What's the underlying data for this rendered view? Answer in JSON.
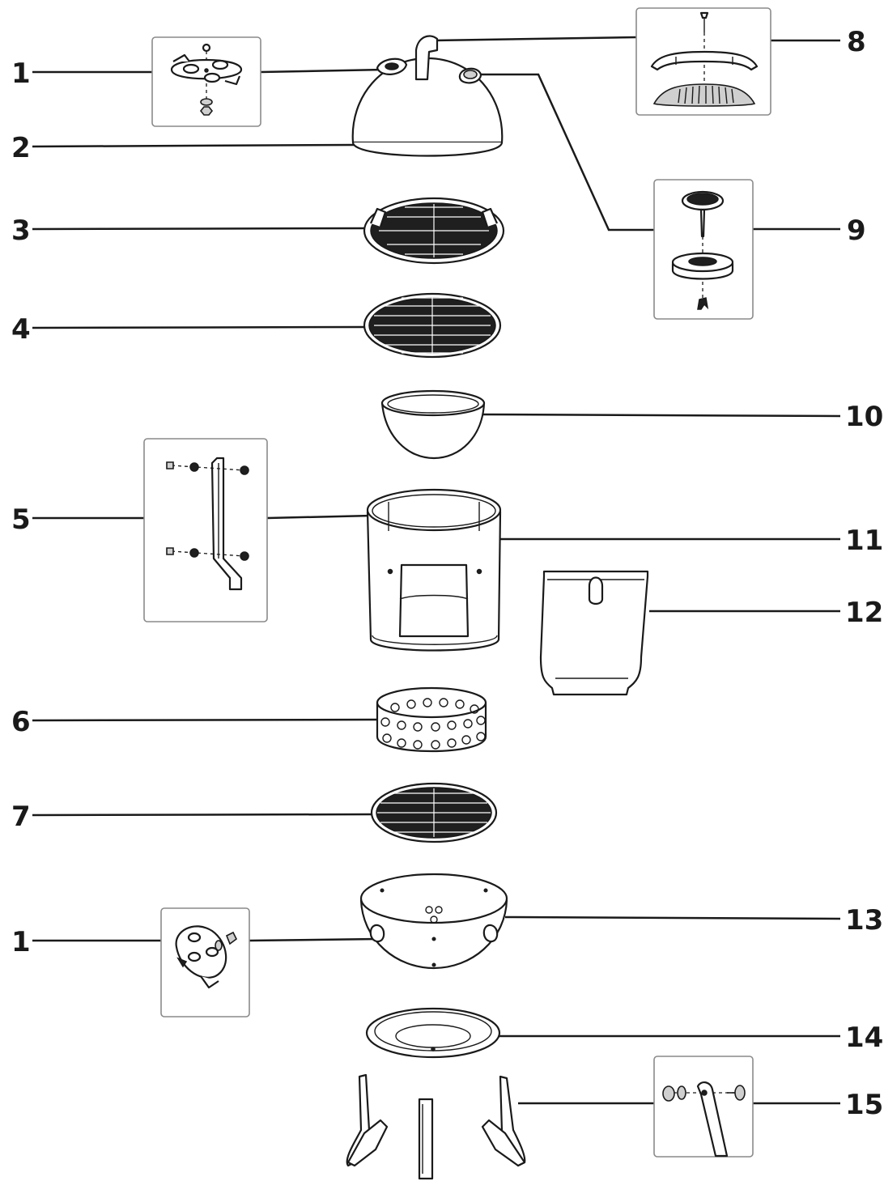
{
  "callouts": [
    {
      "id": "1",
      "text": "1"
    },
    {
      "id": "2",
      "text": "2"
    },
    {
      "id": "3",
      "text": "3"
    },
    {
      "id": "4",
      "text": "4"
    },
    {
      "id": "5",
      "text": "5"
    },
    {
      "id": "6",
      "text": "6"
    },
    {
      "id": "7",
      "text": "7"
    },
    {
      "id": "1b",
      "text": "1"
    },
    {
      "id": "8",
      "text": "8"
    },
    {
      "id": "9",
      "text": "9"
    },
    {
      "id": "10",
      "text": "10"
    },
    {
      "id": "11",
      "text": "11"
    },
    {
      "id": "12",
      "text": "12"
    },
    {
      "id": "13",
      "text": "13"
    },
    {
      "id": "14",
      "text": "14"
    },
    {
      "id": "15",
      "text": "15"
    }
  ]
}
